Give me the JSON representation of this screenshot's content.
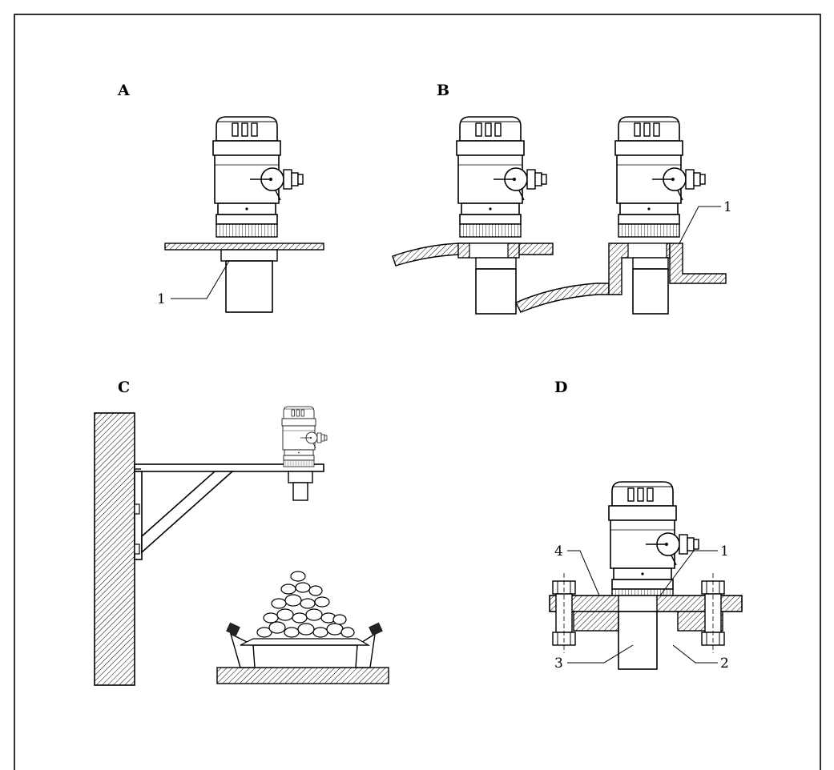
{
  "panels": {
    "A": {
      "label": "A",
      "callouts": [
        "1"
      ]
    },
    "B": {
      "label": "B",
      "callouts": [
        "1"
      ]
    },
    "C": {
      "label": "C"
    },
    "D": {
      "label": "D",
      "callouts": [
        "1",
        "2",
        "3",
        "4"
      ]
    }
  },
  "colors": {
    "line": "#000000",
    "hatch": "#000000",
    "background": "#ffffff"
  }
}
